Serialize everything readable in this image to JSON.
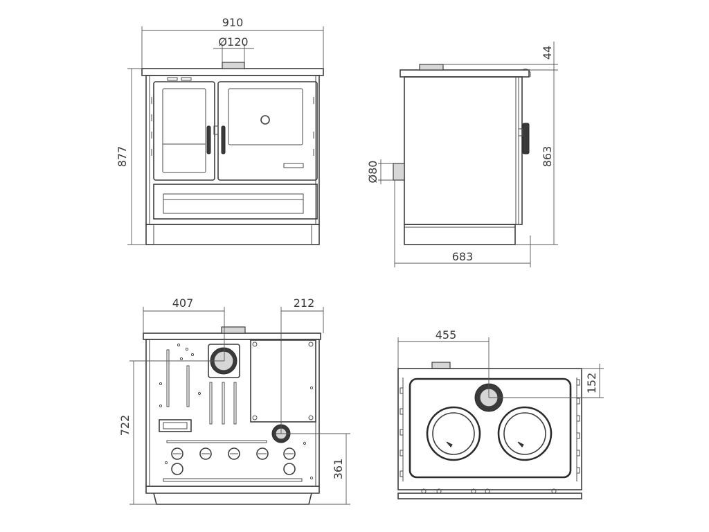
{
  "dimensions": {
    "front_width": "910",
    "flue_diameter_top": "Ø120",
    "front_height": "877",
    "side_top_offset": "44",
    "side_height": "863",
    "side_flue_diameter": "Ø80",
    "side_depth": "683",
    "rear_flue_offset": "407",
    "rear_outlet_offset": "212",
    "rear_height": "722",
    "rear_outlet_height": "361",
    "top_flue_offset_x": "455",
    "top_flue_offset_y": "152"
  }
}
